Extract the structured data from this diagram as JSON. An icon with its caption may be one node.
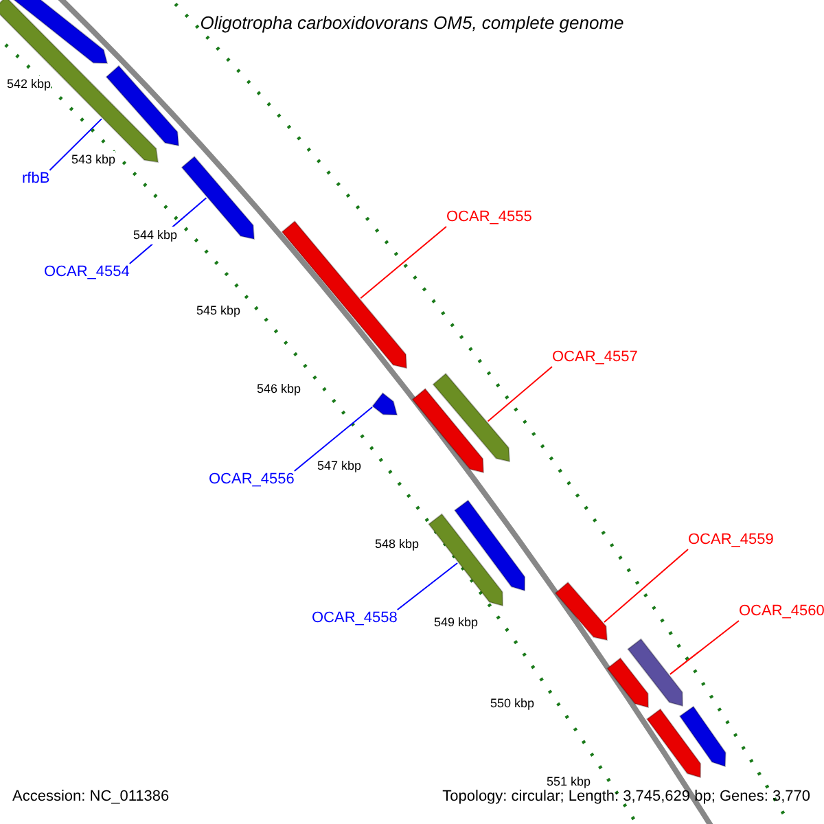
{
  "diagram": {
    "title": "Oligotropha carboxidovorans OM5, complete genome",
    "nodes": [
      {
        "text": [
          "rfbB"
        ]
      },
      {
        "text": [
          "OCAR_4554"
        ]
      },
      {
        "text": [
          "OCAR_4555"
        ]
      },
      {
        "text": [
          "OCAR_4556"
        ]
      },
      {
        "text": [
          "OCAR_4557"
        ]
      },
      {
        "text": [
          "OCAR_4558"
        ]
      },
      {
        "text": [
          "OCAR_4559"
        ]
      },
      {
        "text": [
          "OCAR_4560"
        ]
      },
      {
        "text": [],
        "shape": "bar"
      },
      {
        "text": [],
        "shape": "bar"
      },
      {
        "text": [],
        "shape": "bar"
      },
      {
        "text": [],
        "shape": "bar"
      },
      {
        "text": [],
        "shape": "bar"
      },
      {
        "text": [],
        "shape": "bar"
      },
      {
        "text": [],
        "shape": "bar"
      },
      {
        "text": [],
        "shape": "bar"
      },
      {
        "text": [],
        "shape": "bar"
      },
      {
        "text": [],
        "shape": "bar"
      },
      {
        "text": [],
        "shape": "bar"
      },
      {
        "text": [],
        "shape": "bar"
      },
      {
        "text": [],
        "shape": "bar"
      },
      {
        "text": [],
        "shape": "bar"
      },
      {
        "text": [],
        "shape": "bar"
      }
    ],
    "edges": [
      {
        "from": 0,
        "to": 8,
        "arrow": "none",
        "color": "#0000ff"
      },
      {
        "from": 1,
        "to": 9,
        "arrow": "none",
        "color": "#0000ff"
      },
      {
        "from": 2,
        "to": 10,
        "arrow": "none",
        "color": "#ff0000"
      },
      {
        "from": 3,
        "to": 11,
        "arrow": "none",
        "color": "#0000ff"
      },
      {
        "from": 4,
        "to": 12,
        "arrow": "none",
        "color": "#ff0000"
      },
      {
        "from": 5,
        "to": 13,
        "arrow": "none",
        "color": "#0000ff"
      },
      {
        "from": 6,
        "to": 14,
        "arrow": "none",
        "color": "#ff0000"
      },
      {
        "from": 7,
        "to": 15,
        "arrow": "none",
        "color": "#ff0000"
      }
    ],
    "labels": [
      "542 kbp",
      "543 kbp",
      "544 kbp",
      "545 kbp",
      "546 kbp",
      "547 kbp",
      "548 kbp",
      "549 kbp",
      "550 kbp",
      "551 kbp",
      "Accession: NC_011386",
      "Topology: circular; Length: 3,745,629 bp; Genes: 3,770"
    ]
  }
}
